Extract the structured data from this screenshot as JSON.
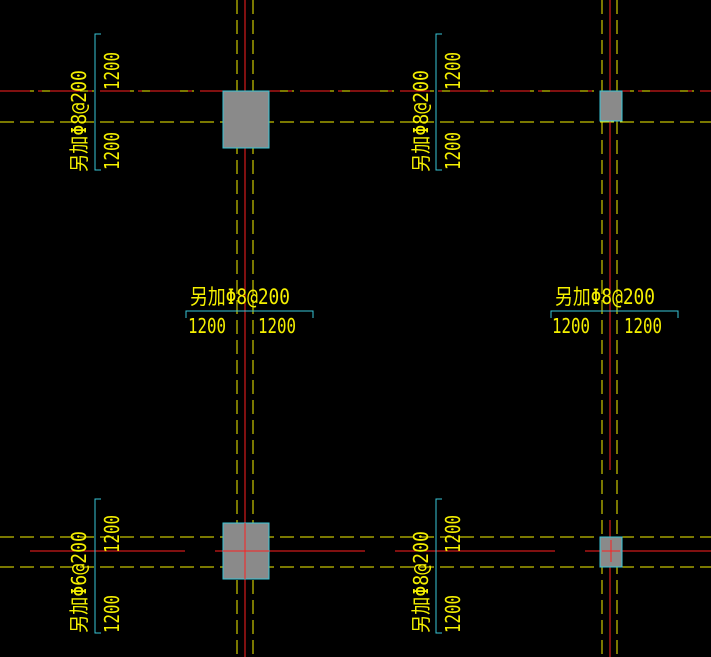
{
  "colors": {
    "background": "#000000",
    "grid_line": "#f5f000",
    "axis_line": "#ff2020",
    "dimension": "#39c6d8",
    "column_fill": "#8a8a8a",
    "column_edge": "#39c6d8",
    "text": "#f5f000"
  },
  "annotations": {
    "h_left": {
      "label": "另加Φ8@200",
      "dim_a": "1200",
      "dim_b": "1200"
    },
    "h_right": {
      "label": "另加Φ8@200",
      "dim_a": "1200",
      "dim_b": "1200"
    },
    "v_top_left": {
      "label": "另加Φ8@200",
      "dim_a": "1200",
      "dim_b": "1200"
    },
    "v_top_right": {
      "label": "另加Φ8@200",
      "dim_a": "1200",
      "dim_b": "1200"
    },
    "v_bottom_left": {
      "label": "另加Φ6@200",
      "dim_a": "1200",
      "dim_b": "1200"
    },
    "v_bottom_right": {
      "label": "另加Φ8@200",
      "dim_a": "1200",
      "dim_b": "1200"
    }
  },
  "columns": [
    {
      "name": "column-top-left",
      "size": "large"
    },
    {
      "name": "column-top-right",
      "size": "small"
    },
    {
      "name": "column-bottom-left",
      "size": "large"
    },
    {
      "name": "column-bottom-right",
      "size": "small"
    }
  ]
}
